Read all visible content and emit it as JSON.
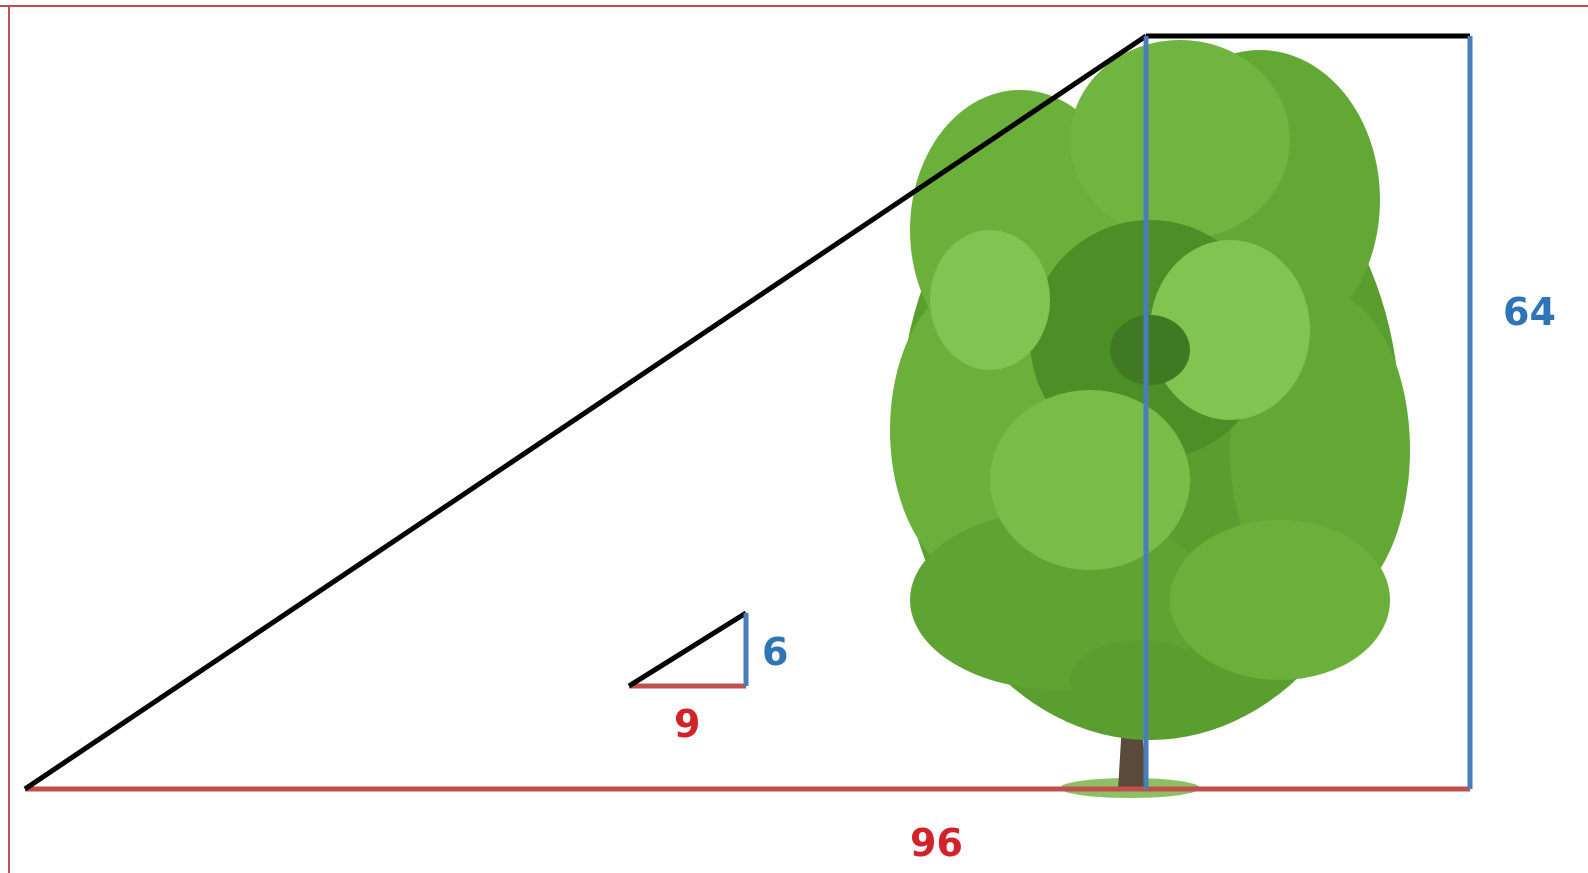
{
  "diagram": {
    "colors": {
      "horizontal": "#c0504d",
      "vertical": "#4a7ebb",
      "hypotenuse": "#000000",
      "label_red": "#d2232a",
      "label_blue": "#2e75b6",
      "frame": "#c0504d",
      "foliage": "#5a9e2f",
      "trunk": "#5a4a3a"
    },
    "icon": "tree-icon",
    "large_triangle": {
      "base_label": "96",
      "height_label": "64"
    },
    "small_triangle": {
      "base_label": "9",
      "height_label": "6"
    }
  }
}
